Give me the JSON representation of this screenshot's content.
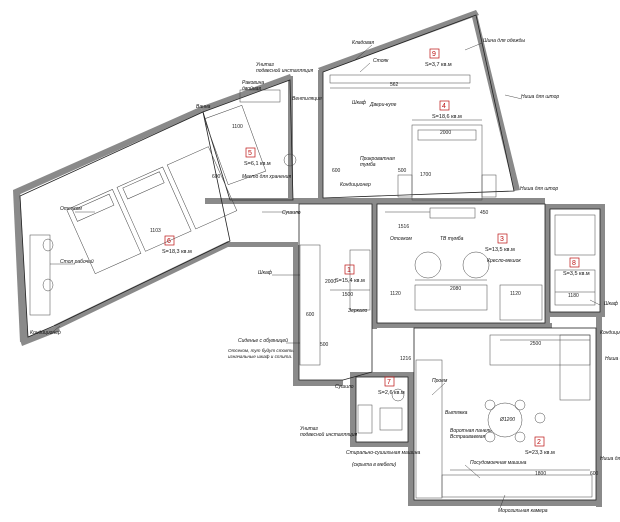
{
  "rooms": [
    {
      "id": "room-1",
      "number": "1",
      "area": "S=15,4 кв.м"
    },
    {
      "id": "room-2",
      "number": "2",
      "area": "S=23,3 кв.м"
    },
    {
      "id": "room-3",
      "number": "3",
      "area": "S=13,5 кв.м"
    },
    {
      "id": "room-4",
      "number": "4",
      "area": "S=18,6 кв.м"
    },
    {
      "id": "room-5",
      "number": "5",
      "area": "S=6,1 кв.м"
    },
    {
      "id": "room-6",
      "number": "6",
      "area": "S=18,3 кв.м"
    },
    {
      "id": "room-7",
      "number": "7",
      "area": "S=2,6 кв.м"
    },
    {
      "id": "room-8",
      "number": "8",
      "area": "S=3,5 кв.м"
    },
    {
      "id": "room-9",
      "number": "9",
      "area": "S=3,7 кв.м"
    }
  ],
  "labels": {
    "kladovaya": "Кладовая",
    "shina_odezhda": "Шина для одежды",
    "stoyak": "Стояк",
    "unitaz": "Унитаз",
    "podvesnoy": "подвесной инсталляция",
    "rakovina": "Раковина",
    "dvoynaya": "двойная",
    "ventilyaciya": "Вентиляция",
    "vanna": "Ванна",
    "shkaf": "Шкаф",
    "dveri_kupe": "Двери-купе",
    "nisha_shtor": "Ниша для штор",
    "prikrovatnaya": "Прикроватная",
    "tumba": "тумба",
    "konditsioner": "Кондиционер",
    "mesto_hranenia": "Место для хранения",
    "sushilo": "Сушило",
    "otsekom": "Отсеком",
    "tv_tumba": "ТВ тумба",
    "kreslo_meshok": "Кресло-мешок",
    "stol_rabochiy": "Стол рабочий",
    "zerkalo": "Зеркало",
    "siden_obuvnica": "Сиденье с обувницей",
    "otseknovka": "Отсеком, тут будут стоять изначальные шкаф и сплита.",
    "proem": "Проем",
    "vytyazhka": "Вытяжка",
    "vorotnaya_panel": "Воротная панель",
    "vstraivaemaya": "Встраиваемая",
    "posudomoechnaya": "Посудомоечная машина",
    "stiralno_sushilnaya": "Стирально-сушильная машина",
    "skryta_mebel": "(скрыта в мебели)",
    "morozilnaya": "Морозильная камера",
    "stol_d1200": "Ø1200"
  },
  "dimensions": {
    "d562": "562",
    "d1700": "1700",
    "d2000": "2000",
    "d600": "600",
    "d500": "500",
    "d1100": "1100",
    "d600b": "600",
    "d1103": "1103",
    "d1516": "1516",
    "d2080": "2080",
    "d1120": "1120",
    "d1120b": "1120",
    "d1500": "1500",
    "d2000b": "2000",
    "d500b": "500",
    "d600c": "600",
    "d1180": "1180",
    "d2500": "2500",
    "d1216": "1216",
    "d1800": "1800",
    "d450": "450",
    "d600d": "600"
  }
}
